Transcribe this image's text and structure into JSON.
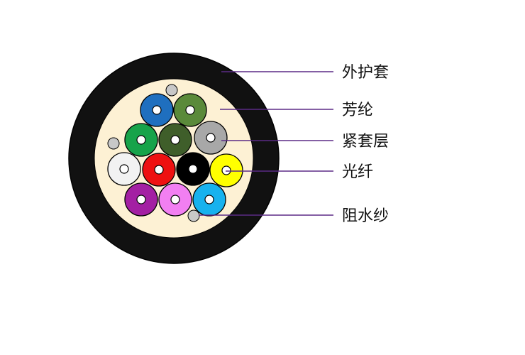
{
  "colors": {
    "outer_sheath": "#111111",
    "aramid": "#fdf1d4",
    "leader_line": "#5b2a86",
    "fiber_core": "#ffffff",
    "water_blocking_yarn": "#c8c8c8"
  },
  "labels": {
    "outer_sheath": "外护套",
    "aramid": "芳纶",
    "tight_buffer": "紧套层",
    "fiber": "光纤",
    "water_blocking_yarn": "阻水纱"
  },
  "fibers": [
    {
      "name": "blue",
      "color": "#1f6fbf"
    },
    {
      "name": "olive-green",
      "color": "#5a8a3a"
    },
    {
      "name": "green",
      "color": "#17a34a"
    },
    {
      "name": "dark-green",
      "color": "#3f5e2a"
    },
    {
      "name": "gray",
      "color": "#a8a8a8"
    },
    {
      "name": "white",
      "color": "#f2f2f2"
    },
    {
      "name": "red",
      "color": "#ee1111"
    },
    {
      "name": "black",
      "color": "#000000"
    },
    {
      "name": "yellow",
      "color": "#ffff00"
    },
    {
      "name": "purple",
      "color": "#a31fa3"
    },
    {
      "name": "pink",
      "color": "#f27ff2"
    },
    {
      "name": "cyan",
      "color": "#17b2ee"
    }
  ]
}
